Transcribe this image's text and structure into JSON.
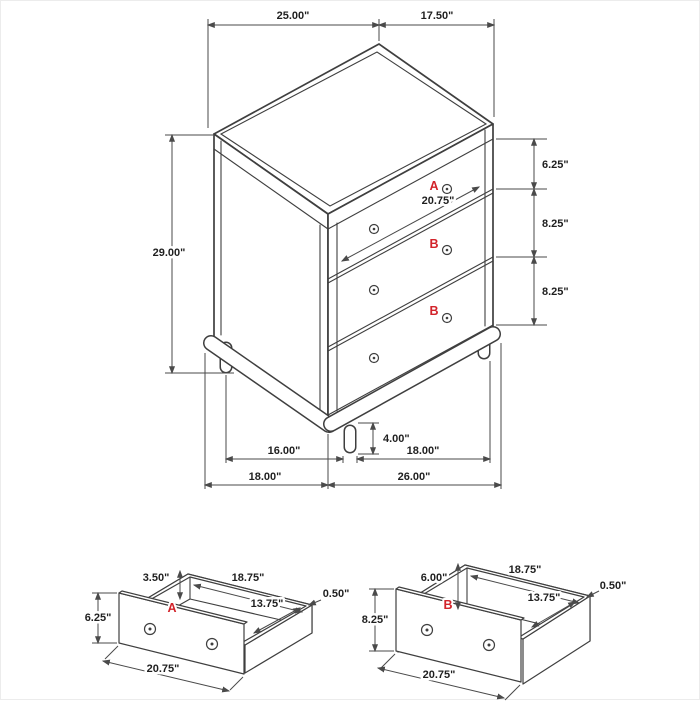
{
  "figure": {
    "kind": "furniture-dimension-diagram",
    "colors": {
      "line": "#3f3f3f",
      "accent_red": "#d2232a",
      "background": "#ffffff"
    },
    "main_view": {
      "dims": {
        "top_width": "25.00\"",
        "top_depth": "17.50\"",
        "overall_height": "29.00\"",
        "drawer_front_width": "20.75\"",
        "top_drawer_height": "6.25\"",
        "middle_drawer_height": "8.25\"",
        "bottom_drawer_height": "8.25\"",
        "leg_height": "4.00\"",
        "leg_spacing_side": "16.00\"",
        "leg_spacing_front": "18.00\"",
        "base_depth": "18.00\"",
        "base_width": "26.00\""
      },
      "drawer_letters": {
        "top": "A",
        "middle": "B",
        "bottom": "B"
      }
    },
    "drawer_a": {
      "letter": "A",
      "wall_height": "3.50\"",
      "inner_width": "18.75\"",
      "wall_thickness": "0.50\"",
      "inner_depth": "13.75\"",
      "front_height": "6.25\"",
      "front_width": "20.75\""
    },
    "drawer_b": {
      "letter": "B",
      "wall_height": "6.00\"",
      "inner_width": "18.75\"",
      "wall_thickness": "0.50\"",
      "inner_depth": "13.75\"",
      "front_height": "8.25\"",
      "front_width": "20.75\""
    }
  }
}
